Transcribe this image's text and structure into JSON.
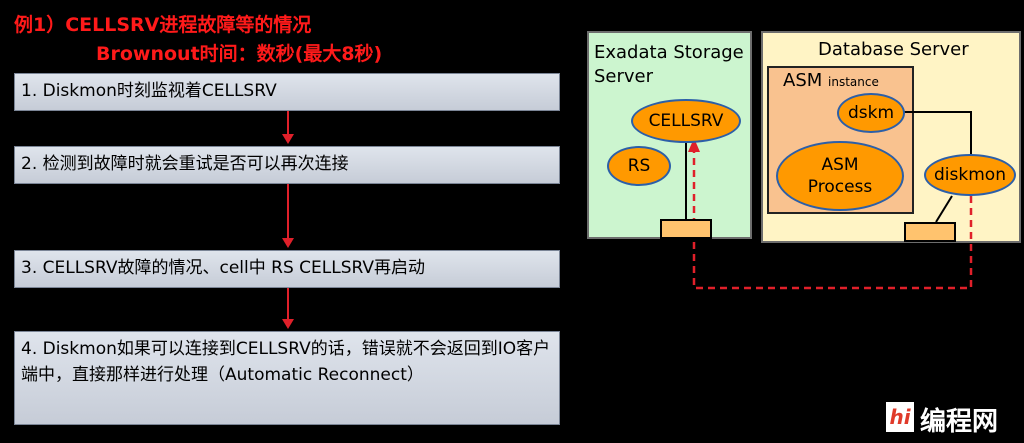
{
  "header": {
    "line1": "例1）CELLSRV进程故障等的情况",
    "line2": "Brownout时间：数秒(最大8秒)"
  },
  "steps": [
    {
      "text": "1. Diskmon时刻监视着CELLSRV"
    },
    {
      "text": "2. 检测到故障时就会重试是否可以再次连接"
    },
    {
      "text": "3. CELLSRV故障的情况、cell中 RS CELLSRV再启动"
    },
    {
      "text": "4. Diskmon如果可以连接到CELLSRV的话，错误就不会返回到IO客户端中，直接那样进行处理（Automatic Reconnect）"
    }
  ],
  "diagram": {
    "storage_title": "Exadata Storage Server",
    "db_title": "Database Server",
    "asm_label": "ASM",
    "asm_sub": "instance",
    "nodes": {
      "cellsrv": "CELLSRV",
      "rs": "RS",
      "dskm": "dskm",
      "asm_process": "ASM Process",
      "diskmon": "diskmon"
    }
  },
  "watermark": {
    "logo": "hi",
    "text": "编程网"
  },
  "colors": {
    "title": "#ff1a1a",
    "arrow": "#e0202a",
    "storage_bg": "#ccf5cf",
    "db_bg": "#fff4c5",
    "asm_bg": "#f9c28f",
    "node": "#ff9900"
  }
}
